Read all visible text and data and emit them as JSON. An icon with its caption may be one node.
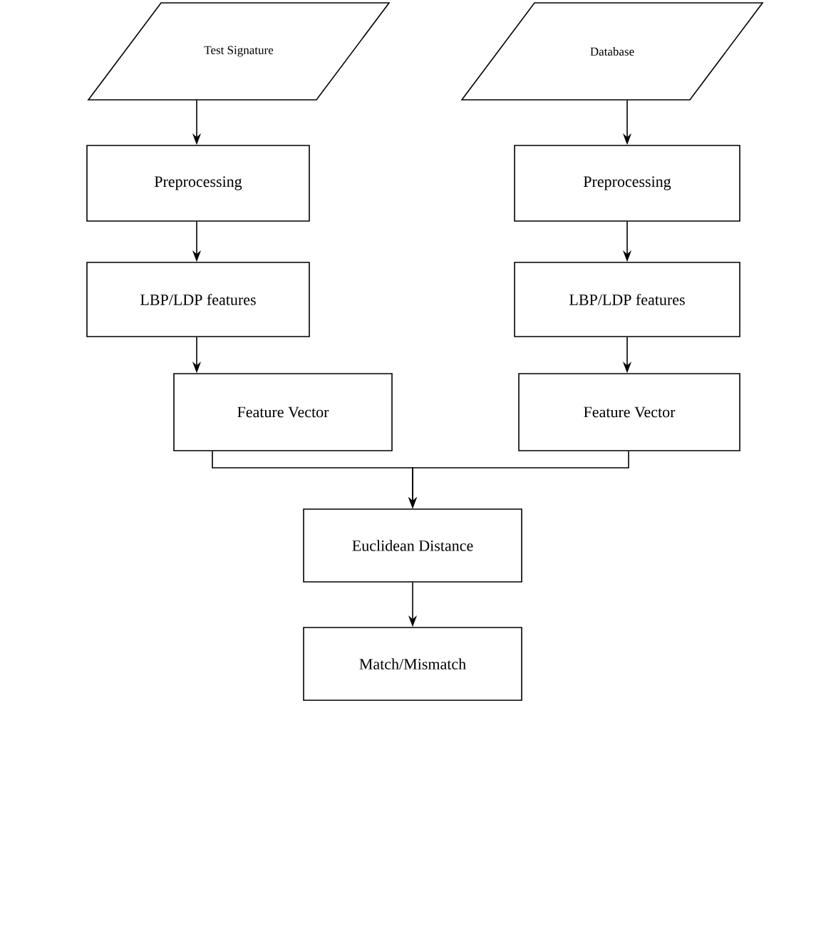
{
  "diagram": {
    "nodes": [
      {
        "text": [
          "Test Signature"
        ]
      },
      {
        "text": [
          "Database"
        ]
      },
      {
        "text": [
          "Preprocessing"
        ]
      },
      {
        "text": [
          "Preprocessing"
        ]
      },
      {
        "text": [
          "LBP/LDP features"
        ]
      },
      {
        "text": [
          "LBP/LDP features"
        ]
      },
      {
        "text": [
          "Feature Vector"
        ]
      },
      {
        "text": [
          "Feature Vector"
        ]
      },
      {
        "text": [
          "Euclidean Distance"
        ]
      },
      {
        "text": [
          "Match/Mismatch"
        ]
      }
    ],
    "edges": [
      {
        "from": 0,
        "to": 2,
        "arrow": "to"
      },
      {
        "from": 2,
        "to": 4,
        "arrow": "to"
      },
      {
        "from": 4,
        "to": 6,
        "arrow": "to"
      },
      {
        "from": 1,
        "to": 3,
        "arrow": "to"
      },
      {
        "from": 3,
        "to": 5,
        "arrow": "to"
      },
      {
        "from": 5,
        "to": 7,
        "arrow": "to"
      },
      {
        "from": 6,
        "to": 8,
        "arrow": "to"
      },
      {
        "from": 7,
        "to": 8,
        "arrow": "to"
      },
      {
        "from": 8,
        "to": 9,
        "arrow": "to"
      }
    ]
  }
}
